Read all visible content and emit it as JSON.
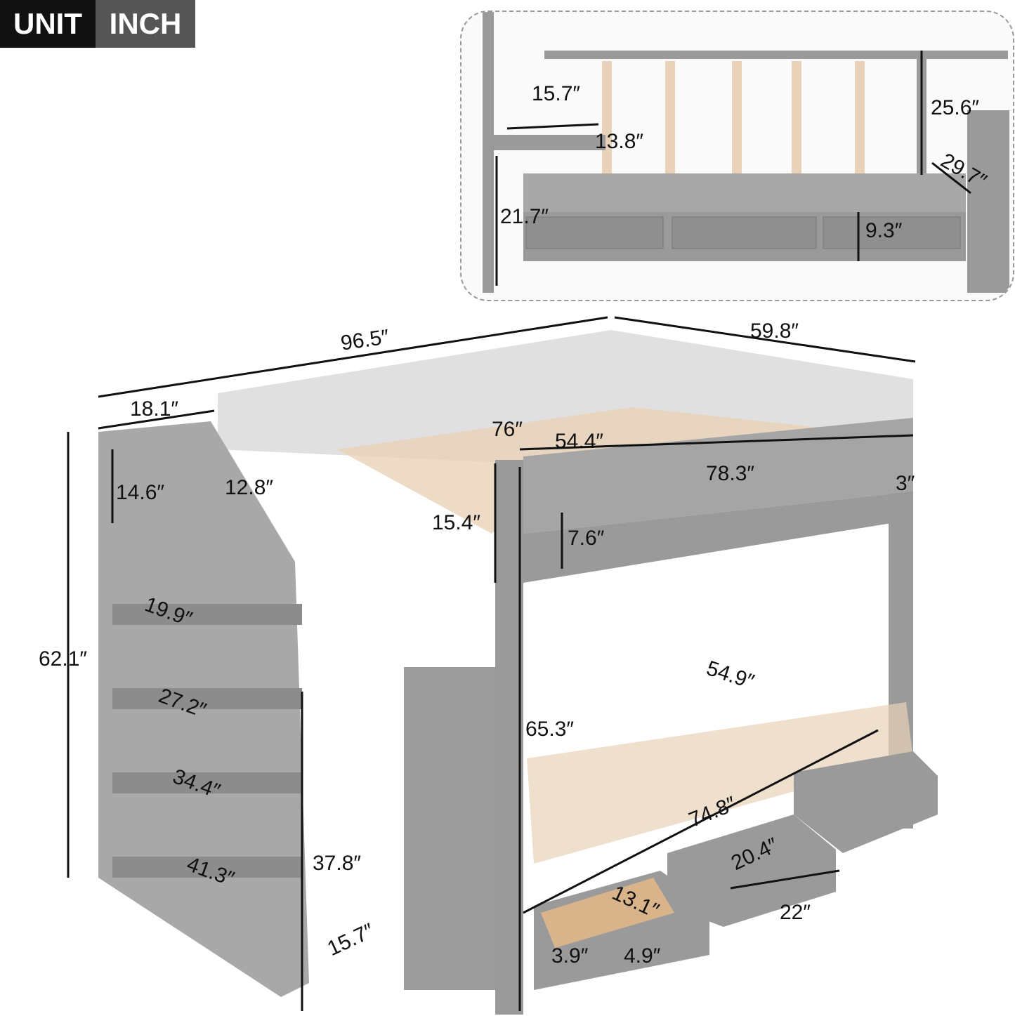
{
  "unit_badge": {
    "label": "UNIT",
    "value": "INCH"
  },
  "colors": {
    "frame": "#9a9a9a",
    "frame_dark": "#7d7d7d",
    "slat": "#e8d2b8",
    "drawer_inner": "#d9b48a"
  },
  "inset": {
    "desk_width": "15.7″",
    "desk_depth": "13.8″",
    "headboard_height": "25.6″",
    "bed_depth": "29.7″",
    "desk_height": "21.7″",
    "drawer_height": "9.3″"
  },
  "main": {
    "overall_length": "96.5″",
    "overall_width": "59.8″",
    "stair_depth": "18.1″",
    "slat_length": "76″",
    "inner_width": "54.4″",
    "mattress_length": "78.3″",
    "rail_gap": "3″",
    "stair_rail_height": "14.6″",
    "top_step_depth": "12.8″",
    "guardrail_height": "15.4″",
    "side_rail_height": "7.6″",
    "overall_height": "62.1″",
    "step1": "19.9″",
    "step2": "27.2″",
    "lower_width": "54.9″",
    "lower_clearance": "65.3″",
    "step3": "34.4″",
    "lower_length": "74.8″",
    "drawer_inner_width": "20.4″",
    "stair_lower_height": "37.8″",
    "step4": "41.3″",
    "drawer_inner_depth": "13.1″",
    "drawer_width": "22″",
    "stair_width": "15.7″",
    "drawer_inner_height": "3.9″",
    "drawer_front_height": "4.9″"
  }
}
